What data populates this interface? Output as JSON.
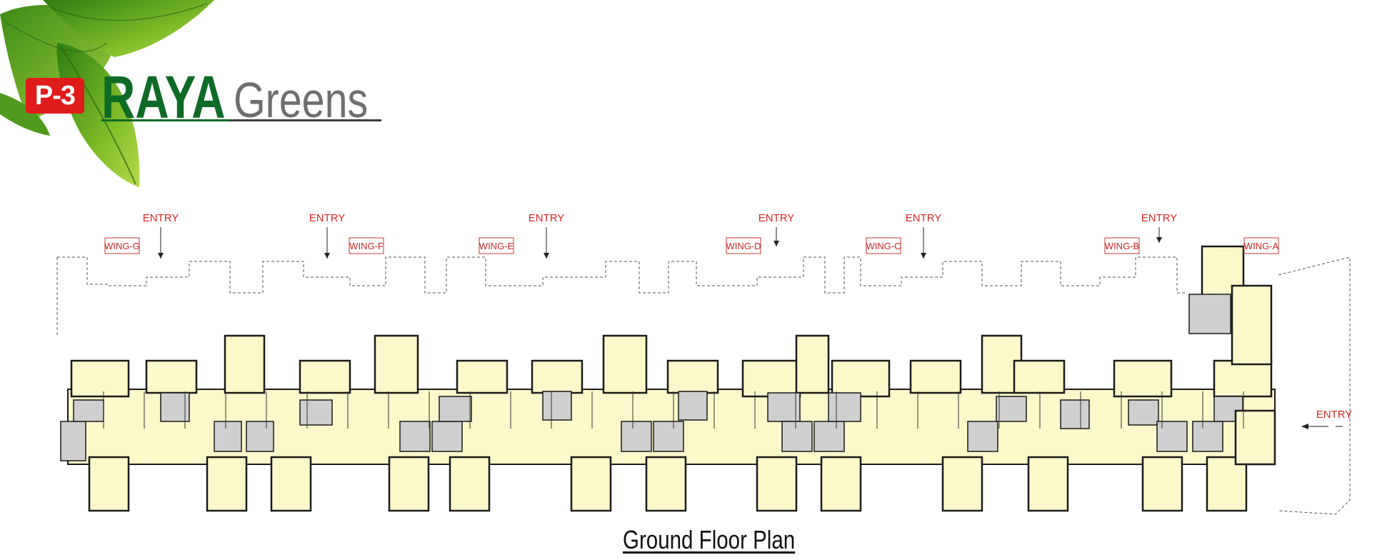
{
  "header": {
    "badge": "P-3",
    "brand_name": "RAYA",
    "brand_sub": "Greens"
  },
  "plan": {
    "title": "Ground Floor Plan",
    "entry_label": "ENTRY",
    "wings": [
      "WING-G",
      "WING-F",
      "WING-E",
      "WING-D",
      "WING-C",
      "WING-B",
      "WING-A"
    ],
    "colors": {
      "brand_green": "#0e6b26",
      "badge_red": "#e01b1b",
      "annotation_red": "#d62828",
      "room_fill": "#fbf8c9",
      "wet_area_fill": "#cfcfcf",
      "wall": "#1a1a1a"
    }
  },
  "icons": {
    "leaf": "leaf-decoration",
    "entry_arrow": "arrow-down-icon",
    "side_entry_arrow": "arrow-left-icon"
  }
}
